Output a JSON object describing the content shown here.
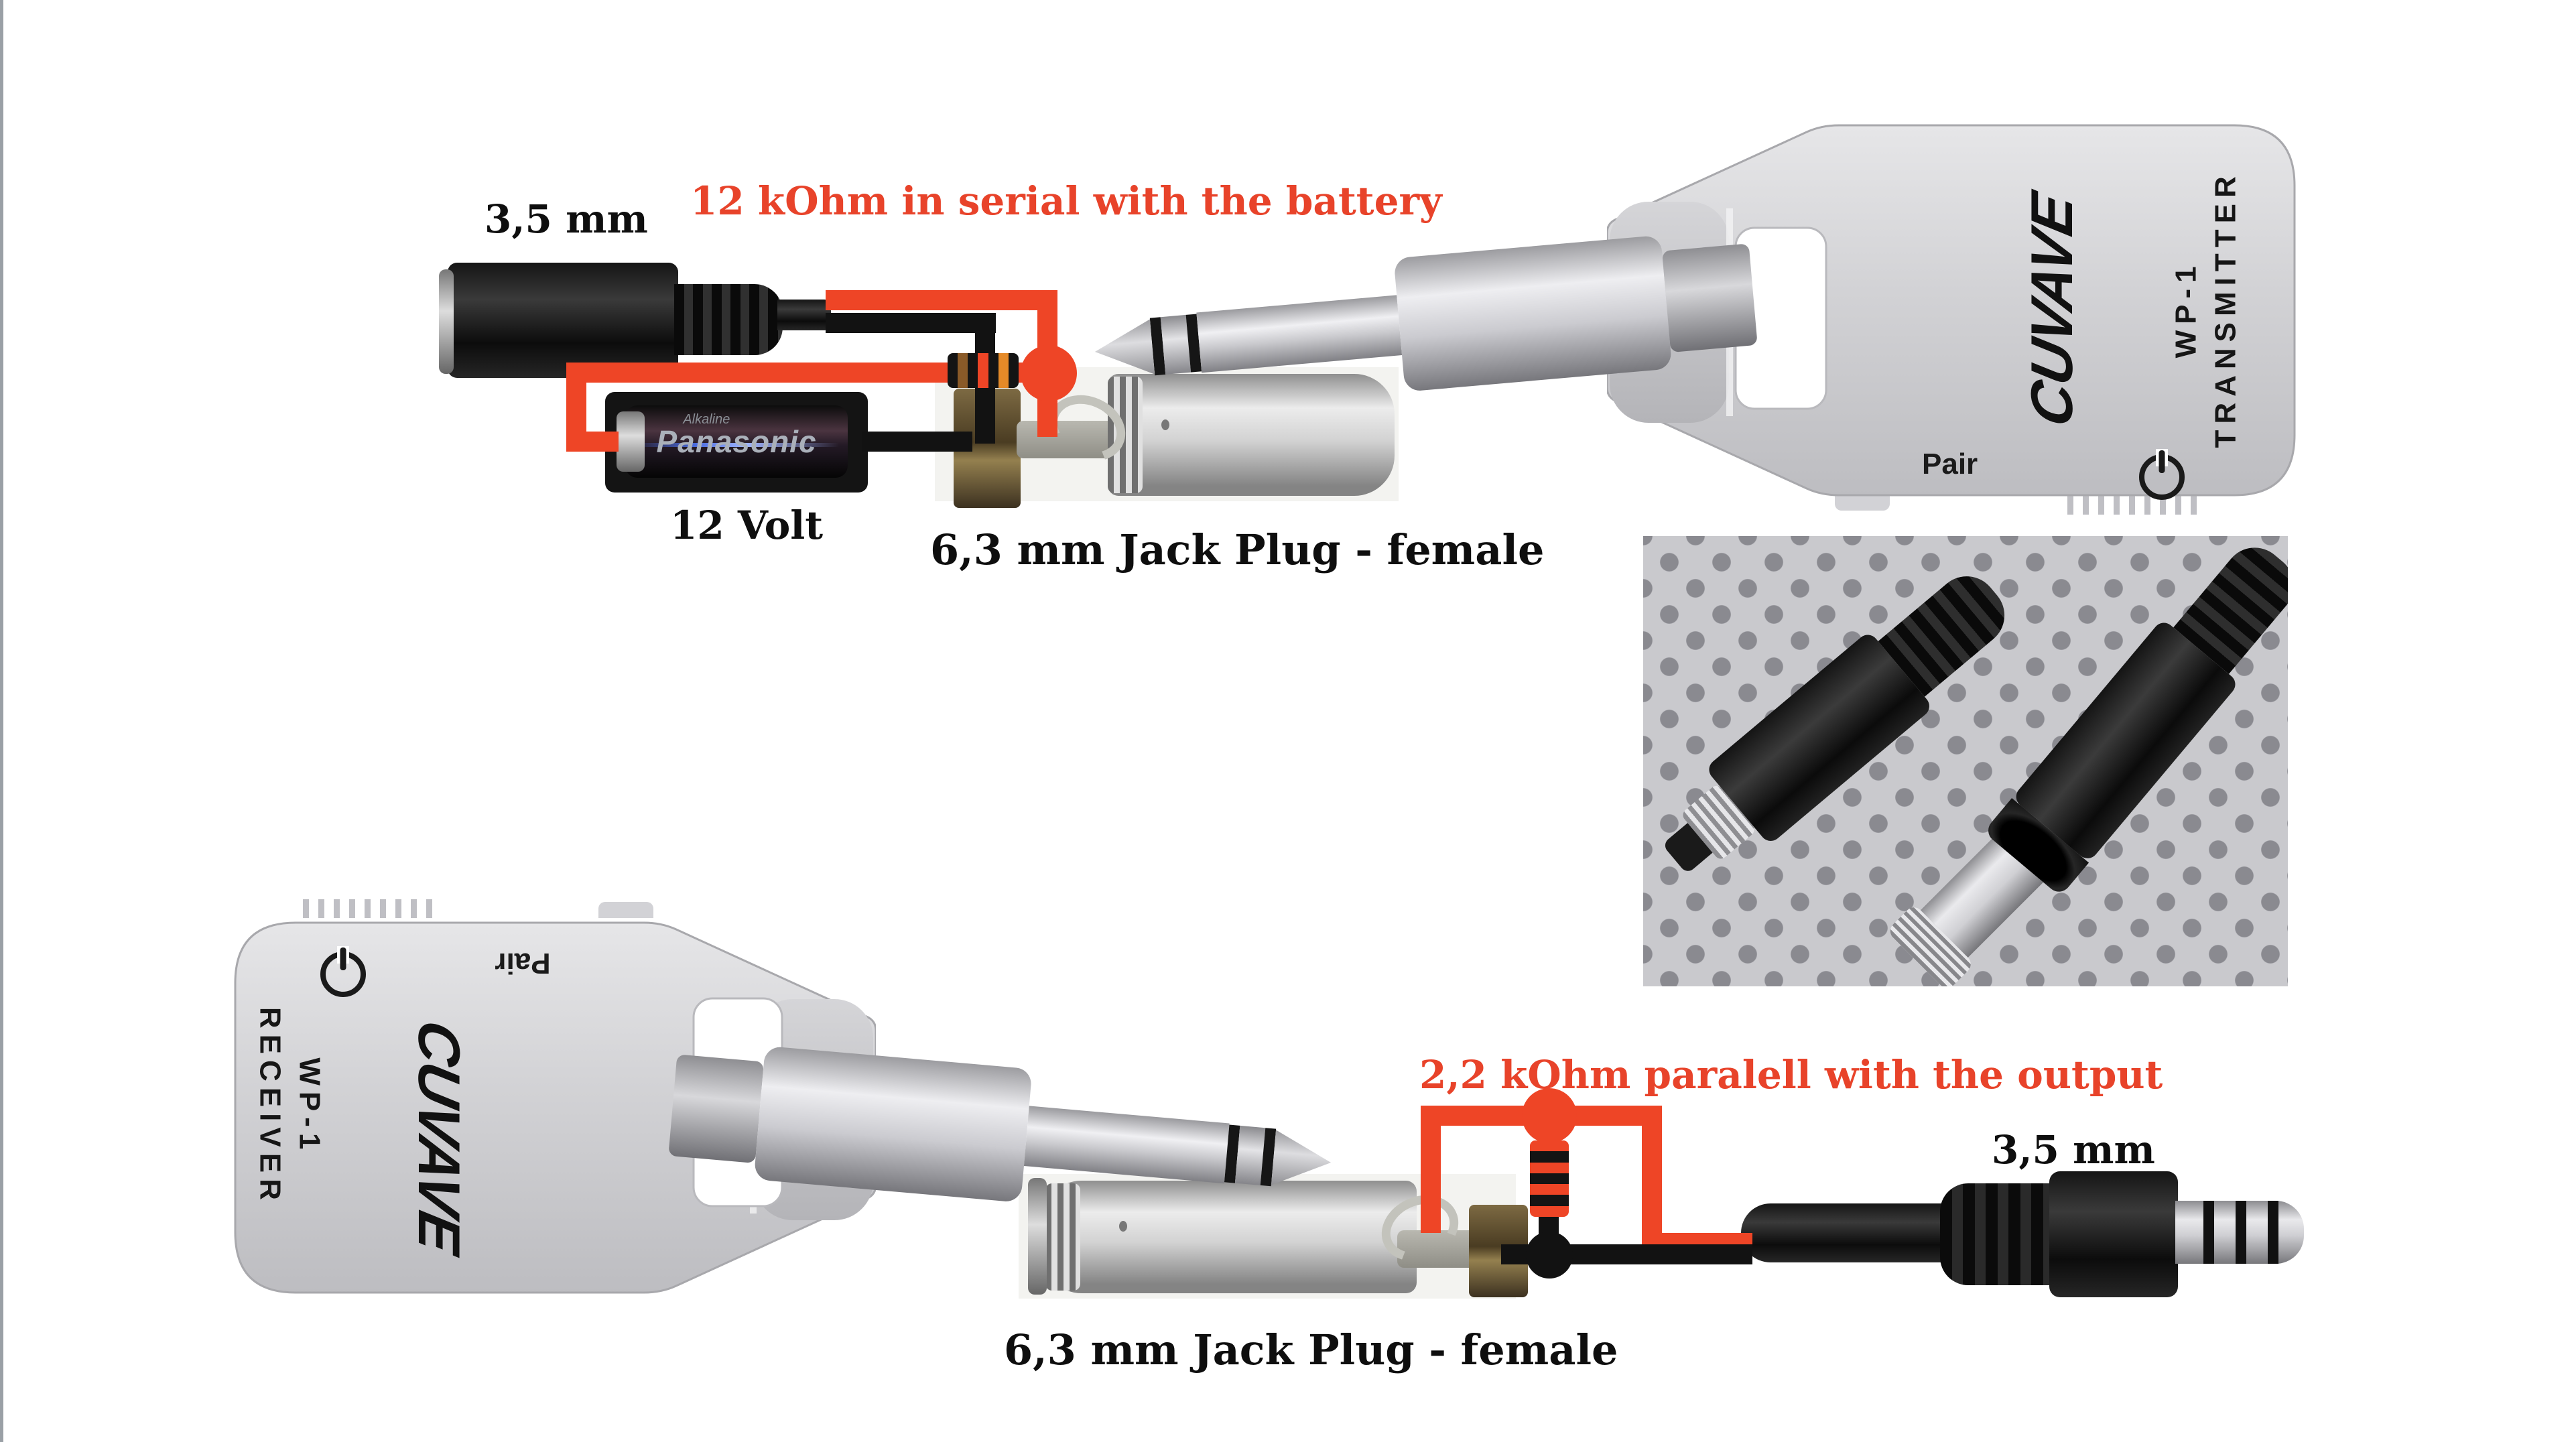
{
  "page": {
    "background": "#ffffff"
  },
  "colors": {
    "accent_red": "#e8432a",
    "wire_red": "#ee4526",
    "wire_black": "#121212",
    "device_silver": "#d7d7da"
  },
  "top": {
    "label_35mm": "3,5 mm",
    "annotation": "12 kOhm in serial with the battery",
    "battery": {
      "brand": "Panasonic",
      "type": "Alkaline",
      "label": "12 Volt"
    },
    "label_63mm": "6,3 mm Jack Plug - female",
    "resistor": {
      "value": "12 kOhm",
      "bands": [
        "brown",
        "red",
        "orange"
      ]
    },
    "transmitter": {
      "brand": "CUVAVE",
      "model": "WP-1",
      "role": "TRANSMITTER",
      "pair": "Pair",
      "power_icon": "power-symbol"
    }
  },
  "bottom": {
    "annotation": "2,2 kOhm paralell with the output",
    "label_35mm": "3,5 mm",
    "label_63mm": "6,3 mm Jack Plug - female",
    "resistor": {
      "value": "2,2 kOhm",
      "bands": [
        "red",
        "red",
        "red"
      ]
    },
    "receiver": {
      "brand": "CUVAVE",
      "model": "WP-1",
      "role": "RECEIVER",
      "pair": "Pair",
      "power_icon": "power-symbol"
    }
  }
}
